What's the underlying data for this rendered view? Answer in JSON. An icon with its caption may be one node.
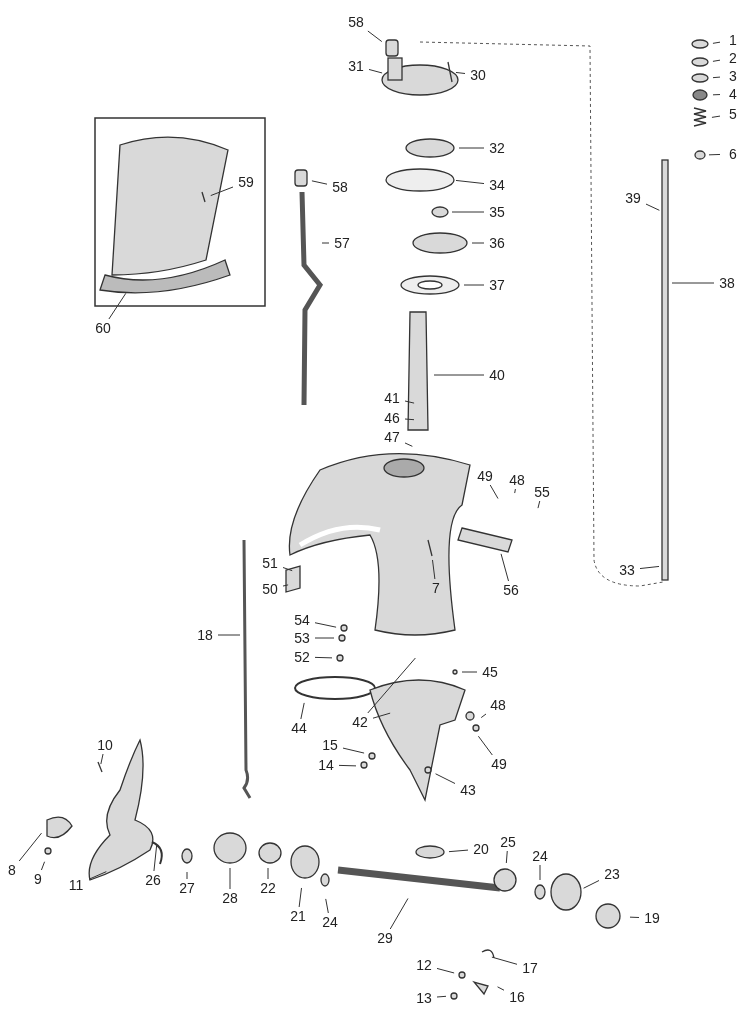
{
  "diagram": {
    "nodes": [
      {
        "text": [
          "1"
        ]
      },
      {
        "text": [
          "2"
        ]
      },
      {
        "text": [
          "3"
        ]
      },
      {
        "text": [
          "4"
        ]
      },
      {
        "text": [
          "5"
        ]
      },
      {
        "text": [
          "6"
        ]
      },
      {
        "text": [
          "58"
        ]
      },
      {
        "text": [
          "31"
        ]
      },
      {
        "text": [
          "30"
        ]
      },
      {
        "text": [
          "32"
        ]
      },
      {
        "text": [
          "34"
        ]
      },
      {
        "text": [
          "35"
        ]
      },
      {
        "text": [
          "36"
        ]
      },
      {
        "text": [
          "37"
        ]
      },
      {
        "text": [
          "59"
        ]
      },
      {
        "text": [
          "58"
        ]
      },
      {
        "text": [
          "39"
        ]
      },
      {
        "text": [
          "57"
        ]
      },
      {
        "text": [
          "38"
        ]
      },
      {
        "text": [
          "60"
        ]
      },
      {
        "text": [
          "40"
        ]
      },
      {
        "text": [
          "41"
        ]
      },
      {
        "text": [
          "46"
        ]
      },
      {
        "text": [
          "47"
        ]
      },
      {
        "text": [
          "49"
        ]
      },
      {
        "text": [
          "48"
        ]
      },
      {
        "text": [
          "55"
        ]
      },
      {
        "text": [
          "33"
        ]
      },
      {
        "text": [
          "51"
        ]
      },
      {
        "text": [
          "7"
        ]
      },
      {
        "text": [
          "50"
        ]
      },
      {
        "text": [
          "56"
        ]
      },
      {
        "text": [
          "54"
        ]
      },
      {
        "text": [
          "18"
        ]
      },
      {
        "text": [
          "53"
        ]
      },
      {
        "text": [
          "52"
        ]
      },
      {
        "text": [
          "45"
        ]
      },
      {
        "text": [
          "42"
        ]
      },
      {
        "text": [
          "48"
        ]
      },
      {
        "text": [
          "44"
        ]
      },
      {
        "text": [
          "15"
        ]
      },
      {
        "text": [
          "14"
        ]
      },
      {
        "text": [
          "49"
        ]
      },
      {
        "text": [
          "43"
        ]
      },
      {
        "text": [
          "10"
        ]
      },
      {
        "text": [
          "8"
        ]
      },
      {
        "text": [
          "9"
        ]
      },
      {
        "text": [
          "11"
        ]
      },
      {
        "text": [
          "26"
        ]
      },
      {
        "text": [
          "27"
        ]
      },
      {
        "text": [
          "28"
        ]
      },
      {
        "text": [
          "22"
        ]
      },
      {
        "text": [
          "21"
        ]
      },
      {
        "text": [
          "24"
        ]
      },
      {
        "text": [
          "29"
        ]
      },
      {
        "text": [
          "20"
        ]
      },
      {
        "text": [
          "25"
        ]
      },
      {
        "text": [
          "24"
        ]
      },
      {
        "text": [
          "23"
        ]
      },
      {
        "text": [
          "19"
        ]
      },
      {
        "text": [
          "17"
        ]
      },
      {
        "text": [
          "12"
        ]
      },
      {
        "text": [
          "13"
        ]
      },
      {
        "text": [
          "16"
        ]
      }
    ],
    "edges": [
      {
        "from": 0,
        "to": null,
        "arrow": "none"
      },
      {
        "from": 1,
        "to": null,
        "arrow": "none"
      },
      {
        "from": 2,
        "to": null,
        "arrow": "none"
      },
      {
        "from": 3,
        "to": null,
        "arrow": "none"
      },
      {
        "from": 4,
        "to": null,
        "arrow": "none"
      },
      {
        "from": 5,
        "to": null,
        "arrow": "none"
      },
      {
        "from": 6,
        "to": null,
        "arrow": "none"
      },
      {
        "from": 7,
        "to": null,
        "arrow": "none"
      },
      {
        "from": 8,
        "to": null,
        "arrow": "none"
      },
      {
        "from": 9,
        "to": null,
        "arrow": "none"
      },
      {
        "from": 10,
        "to": null,
        "arrow": "none"
      },
      {
        "from": 11,
        "to": null,
        "arrow": "none"
      },
      {
        "from": 12,
        "to": null,
        "arrow": "none"
      },
      {
        "from": 13,
        "to": null,
        "arrow": "none"
      },
      {
        "from": 14,
        "to": null,
        "arrow": "none"
      },
      {
        "from": 15,
        "to": null,
        "arrow": "none"
      },
      {
        "from": 16,
        "to": null,
        "arrow": "none"
      },
      {
        "from": 17,
        "to": null,
        "arrow": "none"
      },
      {
        "from": 18,
        "to": null,
        "arrow": "none"
      },
      {
        "from": 19,
        "to": null,
        "arrow": "none"
      },
      {
        "from": 20,
        "to": null,
        "arrow": "none"
      },
      {
        "from": 21,
        "to": null,
        "arrow": "none"
      },
      {
        "from": 22,
        "to": null,
        "arrow": "none"
      },
      {
        "from": 23,
        "to": null,
        "arrow": "none"
      },
      {
        "from": 24,
        "to": null,
        "arrow": "none"
      },
      {
        "from": 25,
        "to": null,
        "arrow": "none"
      },
      {
        "from": 26,
        "to": null,
        "arrow": "none"
      },
      {
        "from": 27,
        "to": null,
        "arrow": "none"
      },
      {
        "from": 28,
        "to": null,
        "arrow": "none"
      },
      {
        "from": 29,
        "to": null,
        "arrow": "none"
      },
      {
        "from": 30,
        "to": null,
        "arrow": "none"
      },
      {
        "from": 31,
        "to": null,
        "arrow": "none"
      },
      {
        "from": 32,
        "to": null,
        "arrow": "none"
      },
      {
        "from": 33,
        "to": null,
        "arrow": "none"
      },
      {
        "from": 34,
        "to": null,
        "arrow": "none"
      },
      {
        "from": 35,
        "to": null,
        "arrow": "none"
      },
      {
        "from": 36,
        "to": null,
        "arrow": "none"
      },
      {
        "from": 37,
        "to": null,
        "arrow": "none"
      },
      {
        "from": 38,
        "to": null,
        "arrow": "none"
      },
      {
        "from": 39,
        "to": null,
        "arrow": "none"
      },
      {
        "from": 40,
        "to": null,
        "arrow": "none"
      },
      {
        "from": 41,
        "to": null,
        "arrow": "none"
      },
      {
        "from": 42,
        "to": null,
        "arrow": "none"
      },
      {
        "from": 43,
        "to": null,
        "arrow": "none"
      },
      {
        "from": 44,
        "to": null,
        "arrow": "none"
      },
      {
        "from": 45,
        "to": null,
        "arrow": "none"
      },
      {
        "from": 46,
        "to": null,
        "arrow": "none"
      },
      {
        "from": 47,
        "to": null,
        "arrow": "none"
      },
      {
        "from": 48,
        "to": null,
        "arrow": "none"
      },
      {
        "from": 49,
        "to": null,
        "arrow": "none"
      },
      {
        "from": 50,
        "to": null,
        "arrow": "none"
      },
      {
        "from": 51,
        "to": null,
        "arrow": "none"
      },
      {
        "from": 52,
        "to": null,
        "arrow": "none"
      },
      {
        "from": 53,
        "to": null,
        "arrow": "none"
      },
      {
        "from": 54,
        "to": null,
        "arrow": "none"
      },
      {
        "from": 55,
        "to": null,
        "arrow": "none"
      },
      {
        "from": 56,
        "to": null,
        "arrow": "none"
      },
      {
        "from": 57,
        "to": null,
        "arrow": "none"
      },
      {
        "from": 58,
        "to": null,
        "arrow": "none"
      },
      {
        "from": 59,
        "to": null,
        "arrow": "none"
      },
      {
        "from": 60,
        "to": null,
        "arrow": "none"
      },
      {
        "from": 61,
        "to": null,
        "arrow": "none"
      },
      {
        "from": 62,
        "to": null,
        "arrow": "none"
      },
      {
        "from": 63,
        "to": null,
        "arrow": "none"
      },
      {
        "from": 37,
        "to": null,
        "arrow": "none"
      }
    ]
  }
}
